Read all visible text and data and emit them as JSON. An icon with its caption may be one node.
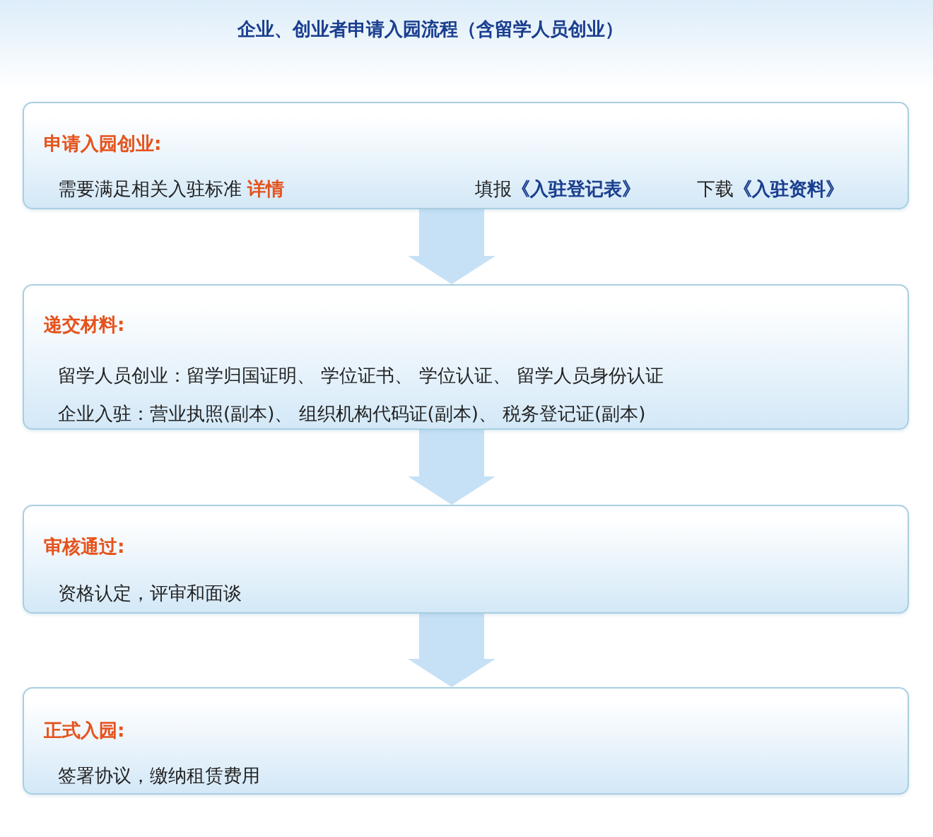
{
  "diagram": {
    "title": "企业、创业者申请入园流程（含留学人员创业）",
    "nodes": [
      {
        "text": [
          "申请入园创业:",
          "需要满足相关入驻标准 **详情**",
          "填报**《入驻登记表》**",
          "下载**《入驻资料》**"
        ]
      },
      {
        "text": [
          "递交材料:",
          "留学人员创业：留学归国证明、 学位证书、 学位认证、 留学人员身份认证",
          "企业入驻：营业执照(副本)、 组织机构代码证(副本)、 税务登记证(副本)"
        ]
      },
      {
        "text": [
          "审核通过:",
          "资格认定，评审和面谈"
        ]
      },
      {
        "text": [
          "正式入园:",
          "签署协议，缴纳租赁费用"
        ]
      }
    ],
    "edges": [
      {
        "from": 0,
        "to": 1,
        "arrow": "to"
      },
      {
        "from": 1,
        "to": 2,
        "arrow": "to"
      },
      {
        "from": 2,
        "to": 3,
        "arrow": "to"
      }
    ]
  }
}
